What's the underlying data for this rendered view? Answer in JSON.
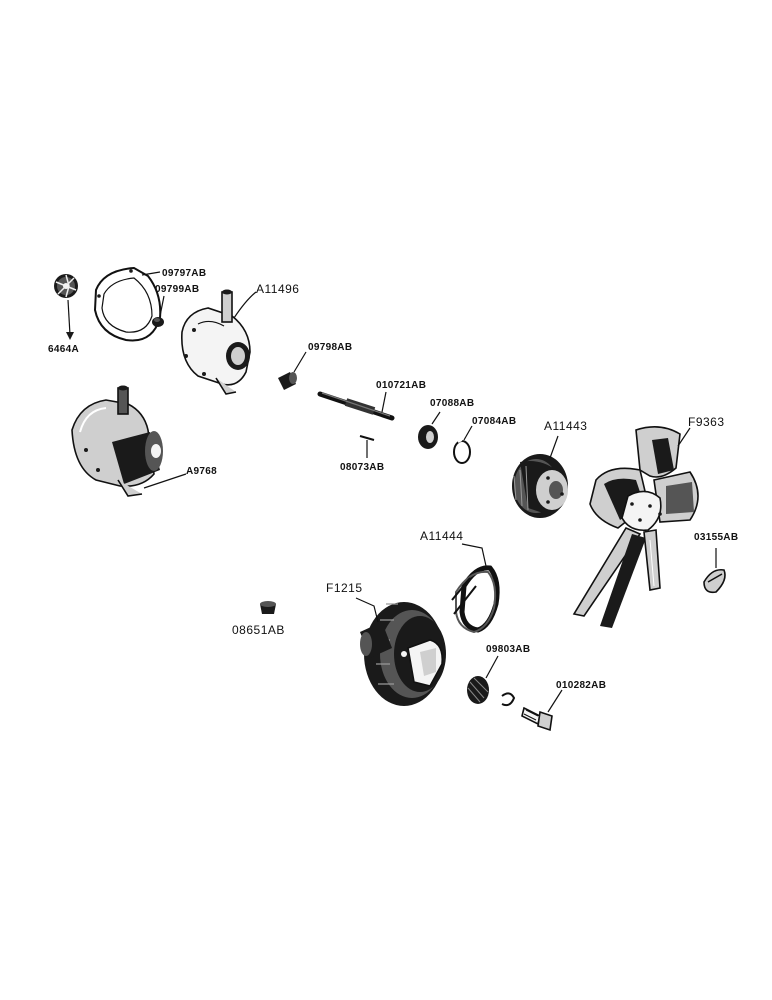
{
  "parts": {
    "p09797ab": "09797AB",
    "p09799ab": "09799AB",
    "pa11496": "A11496",
    "p6464a": "6464A",
    "p09798ab": "09798AB",
    "p010721ab": "010721AB",
    "p07088ab": "07088AB",
    "p07084ab": "07084AB",
    "pa11443": "A11443",
    "pf9363": "F9363",
    "pa9768": "A9768",
    "p08073ab": "08073AB",
    "pa11444": "A11444",
    "p03155ab": "03155AB",
    "pf1215": "F1215",
    "p08651ab": "08651AB",
    "p09803ab": "09803AB",
    "p010282ab": "010282AB"
  },
  "icons": [
    "impeller-icon",
    "gasket-icon",
    "pump-housing-icon",
    "bushing-icon",
    "shaft-icon",
    "seal-icon",
    "snap-ring-icon",
    "fan-hub-icon",
    "fan-blade-icon",
    "belt-icon",
    "pulley-icon",
    "bolt-icon",
    "key-icon",
    "plug-icon",
    "washer-icon",
    "lock-icon"
  ]
}
